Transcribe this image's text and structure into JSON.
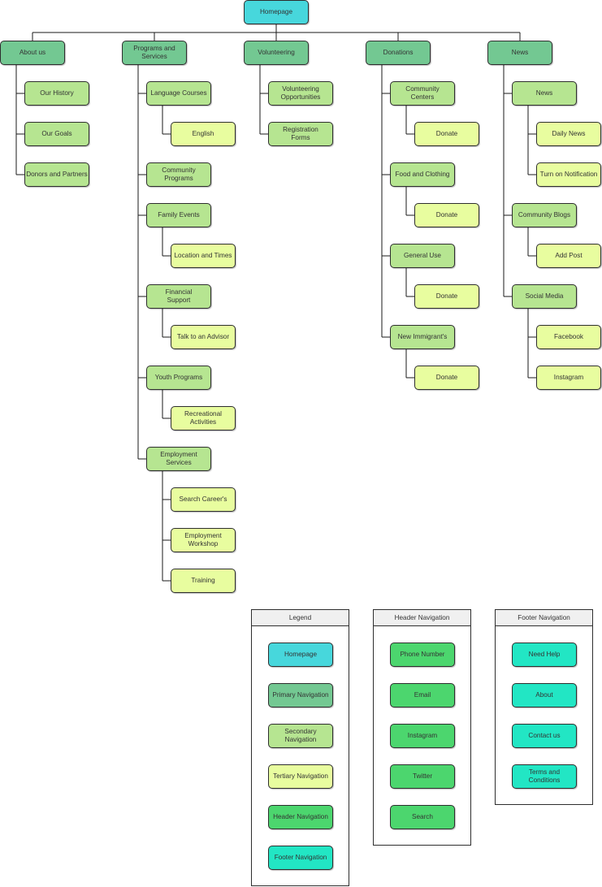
{
  "colors": {
    "homepage": "#47d7dc",
    "primary": "#73c892",
    "secondary": "#b6e591",
    "tertiary": "#e8fd9f",
    "header": "#4cd66e",
    "footer": "#22e6c4",
    "line": "#1a1a1a"
  },
  "tree": {
    "root": {
      "label": "Homepage",
      "level": "homepage"
    },
    "sections": [
      {
        "key": "about",
        "label": "About us",
        "children": [
          {
            "key": "about-history",
            "label": "Our History"
          },
          {
            "key": "about-goals",
            "label": "Our Goals"
          },
          {
            "key": "about-donors",
            "label": "Donors and Partners"
          }
        ]
      },
      {
        "key": "programs",
        "label": "Programs and\nServices",
        "children": [
          {
            "key": "prog-language",
            "label": "Language Courses",
            "children": [
              {
                "key": "prog-english",
                "label": "English"
              }
            ]
          },
          {
            "key": "prog-community",
            "label": "Community Programs"
          },
          {
            "key": "prog-family",
            "label": "Family Events",
            "children": [
              {
                "key": "prog-location",
                "label": "Location and Times"
              }
            ]
          },
          {
            "key": "prog-financial",
            "label": "Financial\nSupport",
            "children": [
              {
                "key": "prog-advisor",
                "label": "Talk to an Advisor"
              }
            ]
          },
          {
            "key": "prog-youth",
            "label": "Youth Programs",
            "children": [
              {
                "key": "prog-recreational",
                "label": "Recreational\nActivities"
              }
            ]
          },
          {
            "key": "prog-employment",
            "label": "Employment\nServices",
            "children": [
              {
                "key": "prog-careers",
                "label": "Search Career's"
              },
              {
                "key": "prog-workshop",
                "label": "Employment\nWorkshop"
              },
              {
                "key": "prog-training",
                "label": "Training"
              }
            ]
          }
        ]
      },
      {
        "key": "volunteering",
        "label": "Volunteering",
        "children": [
          {
            "key": "vol-opportunities",
            "label": "Volunteering\nOpportunities"
          },
          {
            "key": "vol-registration",
            "label": "Registration\nForms"
          }
        ]
      },
      {
        "key": "donations",
        "label": "Donations",
        "children": [
          {
            "key": "don-centers",
            "label": "Community\nCenters",
            "children": [
              {
                "key": "don-centers-donate",
                "label": "Donate"
              }
            ]
          },
          {
            "key": "don-food",
            "label": "Food and Clothing",
            "children": [
              {
                "key": "don-food-donate",
                "label": "Donate"
              }
            ]
          },
          {
            "key": "don-general",
            "label": "General Use",
            "children": [
              {
                "key": "don-general-donate",
                "label": "Donate"
              }
            ]
          },
          {
            "key": "don-immigrant",
            "label": "New Immigrant's",
            "children": [
              {
                "key": "don-immigrant-donate",
                "label": "Donate"
              }
            ]
          }
        ]
      },
      {
        "key": "news",
        "label": "News",
        "children": [
          {
            "key": "news-news",
            "label": "News",
            "children": [
              {
                "key": "news-daily",
                "label": "Daily News"
              },
              {
                "key": "news-notification",
                "label": "Turn on Notification"
              }
            ]
          },
          {
            "key": "news-blogs",
            "label": "Community Blogs",
            "children": [
              {
                "key": "news-add-post",
                "label": "Add Post"
              }
            ]
          },
          {
            "key": "news-social",
            "label": "Social Media",
            "children": [
              {
                "key": "news-facebook",
                "label": "Facebook"
              },
              {
                "key": "news-instagram",
                "label": "Instagram"
              }
            ]
          }
        ]
      }
    ]
  },
  "panels": [
    {
      "key": "legend",
      "title": "Legend",
      "items": [
        {
          "label": "Homepage",
          "level": "homepage"
        },
        {
          "label": "Primary Navigation",
          "level": "primary"
        },
        {
          "label": "Secondary\nNavigation",
          "level": "secondary"
        },
        {
          "label": "Tertiary Navigation",
          "level": "tertiary"
        },
        {
          "label": "Header Navigation",
          "level": "header"
        },
        {
          "label": "Footer Navigation",
          "level": "footer"
        }
      ]
    },
    {
      "key": "header-navigation",
      "title": "Header Navigation",
      "items": [
        {
          "label": "Phone Number",
          "level": "header"
        },
        {
          "label": "Email",
          "level": "header"
        },
        {
          "label": "Instagram",
          "level": "header"
        },
        {
          "label": "Twitter",
          "level": "header"
        },
        {
          "label": "Search",
          "level": "header"
        }
      ]
    },
    {
      "key": "footer-navigation",
      "title": "Footer Navigation",
      "items": [
        {
          "label": "Need Help",
          "level": "footer"
        },
        {
          "label": "About",
          "level": "footer"
        },
        {
          "label": "Contact us",
          "level": "footer"
        },
        {
          "label": "Terms and Conditions",
          "level": "footer"
        }
      ]
    }
  ]
}
